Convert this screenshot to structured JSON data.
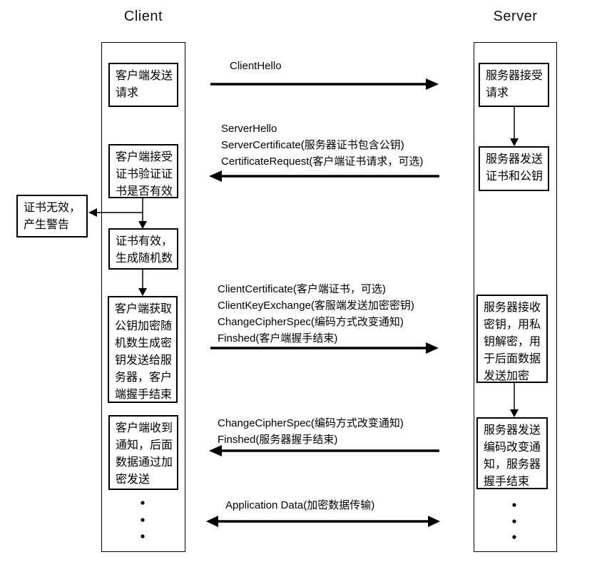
{
  "titles": {
    "client": "Client",
    "server": "Server"
  },
  "client_lane": {
    "steps": [
      {
        "text": "客户端发送请求"
      },
      {
        "text": "客户端接受证书验证证书是否有效"
      },
      {
        "text": "证书有效，生成随机数"
      },
      {
        "text": "客户端获取公钥加密随机数生成密钥发送给服务器，客户端握手结束"
      },
      {
        "text": "客户端收到通知，后面数据通过加密发送"
      }
    ]
  },
  "server_lane": {
    "steps": [
      {
        "text": "服务器接受请求"
      },
      {
        "text": "服务器发送证书和公钥"
      },
      {
        "text": "服务器接收密钥，用私钥解密，用于后面数据发送加密"
      },
      {
        "text": "服务器发送编码改变通知，服务器握手结束"
      }
    ]
  },
  "warning_box": {
    "text": "证书无效，产生警告"
  },
  "messages": [
    {
      "direction": "client-to-server",
      "lines": [
        "ClientHello"
      ]
    },
    {
      "direction": "server-to-client",
      "lines": [
        "ServerHello",
        "ServerCertificate(服务器证书包含公钥)",
        "CertificateRequest(客户端证书请求，可选)"
      ]
    },
    {
      "direction": "client-to-server",
      "lines": [
        "ClientCertificate(客户端证书，可选)",
        "ClientKeyExchange(客服端发送加密密钥)",
        "ChangeCipherSpec(编码方式改变通知)",
        "Finshed(客户端握手结束)"
      ]
    },
    {
      "direction": "server-to-client",
      "lines": [
        "ChangeCipherSpec(编码方式改变通知)",
        "Finshed(服务器握手结束)"
      ]
    },
    {
      "direction": "bidirectional",
      "lines": [
        "Application Data(加密数据传输)"
      ]
    }
  ],
  "ellipsis": {
    "dot": "•"
  },
  "colors": {
    "line": "#000000",
    "text": "#000000",
    "background": "#ffffff"
  }
}
